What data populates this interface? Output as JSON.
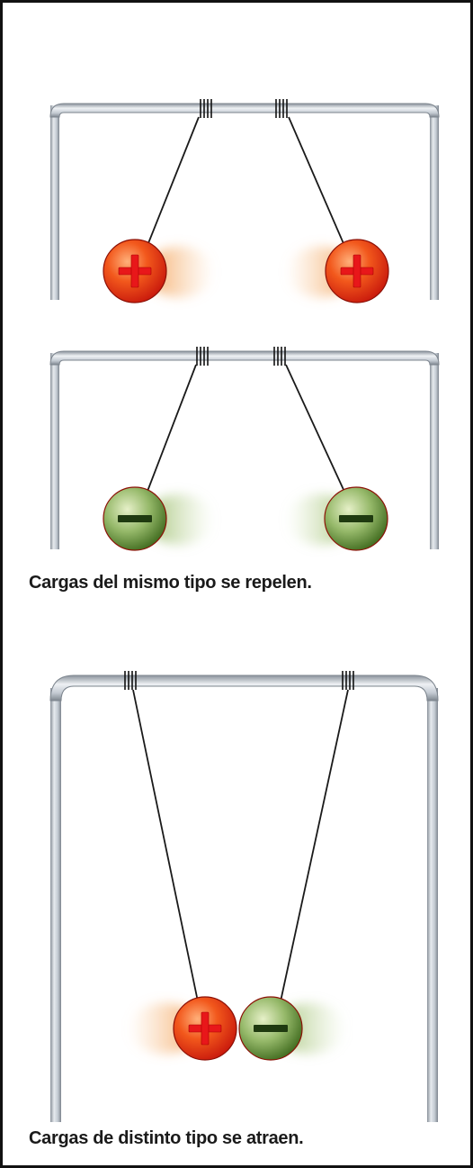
{
  "captions": {
    "same_type": "Cargas del mismo tipo se repelen.",
    "different_type": "Cargas de distinto tipo se atraen."
  },
  "charges": {
    "positive_symbol": "+",
    "negative_symbol": "−"
  },
  "colors": {
    "positive": "#e8331c",
    "negative": "#5a8a2a",
    "frame": "#c9cfd6",
    "thread": "#1a1a1a",
    "page_border": "#111111"
  },
  "panels": [
    {
      "name": "repel-positive",
      "charges": [
        "positive",
        "positive"
      ]
    },
    {
      "name": "repel-negative",
      "charges": [
        "negative",
        "negative"
      ]
    },
    {
      "name": "attract-mixed",
      "charges": [
        "positive",
        "negative"
      ]
    }
  ]
}
